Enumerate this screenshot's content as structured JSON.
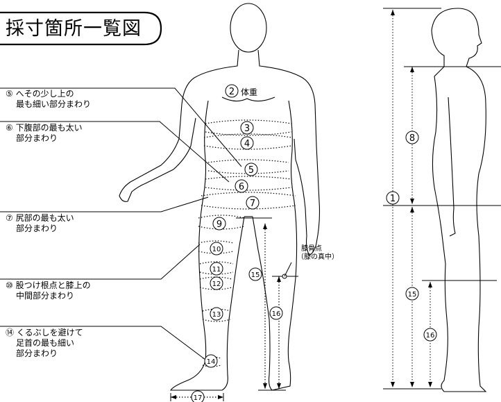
{
  "title": "採寸箇所一覧図",
  "notes": {
    "n5": [
      "⑤ へその少し上の",
      "最も細い部分まわり"
    ],
    "n6": [
      "⑥ 下腹部の最も太い",
      "部分まわり"
    ],
    "n7": [
      "⑦ 尻部の最も太い",
      "部分まわり"
    ],
    "n10": [
      "⑩ 股つけ根点と膝上の",
      "中間部分まわり"
    ],
    "n14": [
      "⑭ くるぶしを避けて",
      "足首の最も細い",
      "部分まわり"
    ]
  },
  "weight_label": "体重",
  "knee_label": [
    "膝骨点",
    "（膝の真中）"
  ],
  "markers": {
    "m1": "1",
    "m2": "2",
    "m3": "3",
    "m4": "4",
    "m5": "5",
    "m6": "6",
    "m7": "7",
    "m8": "8",
    "m9": "9",
    "m10": "10",
    "m11": "11",
    "m12": "12",
    "m13": "13",
    "m14": "14",
    "m15": "15",
    "m16": "16",
    "m17": "17"
  }
}
